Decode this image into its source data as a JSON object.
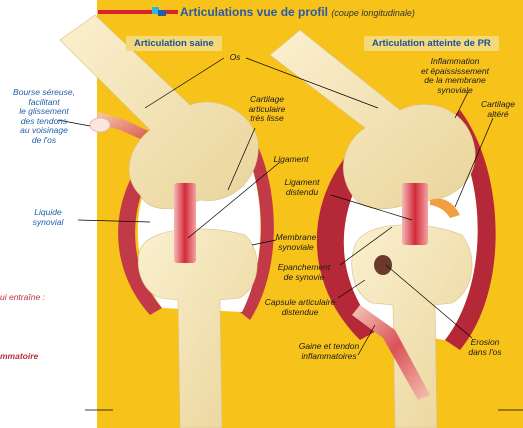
{
  "header": {
    "title": "Articulations vue de profil",
    "subtitle": "(coupe longitudinale)"
  },
  "panels": {
    "left": "Articulation saine",
    "right": "Articulation atteinte de PR"
  },
  "labels": {
    "os": "Os",
    "bourse": "Bourse séreuse,\nfacilitant\nle glissement\ndes tendons\nau voisinage\nde l'os",
    "cartilage_lisse": "Cartilage\narticulaire\ntrès lisse",
    "ligament": "Ligament",
    "liquide": "Liquide\nsynovial",
    "membrane": "Membrane\nsynoviale",
    "inflammation": "Inflammation\net épaississement\nde la membrane\nsynoviale",
    "cartilage_altere": "Cartilage\naltéré",
    "ligament_distendu": "Ligament\ndistendu",
    "epanchement": "Epanchement\nde synovie",
    "capsule": "Capsule articulaire\ndistendue",
    "gaine": "Gaine et tendon\ninflammatoires",
    "erosion": "Erosion\ndans l'os"
  },
  "margin_text": {
    "line1": "ui entraîne :",
    "line2": "mmatoire"
  },
  "colors": {
    "background": "#f7c21a",
    "bone": "#f5e6b8",
    "membrane": "#c23a48",
    "ligament": "#d9404a",
    "title_blue": "#2a5aa8"
  }
}
